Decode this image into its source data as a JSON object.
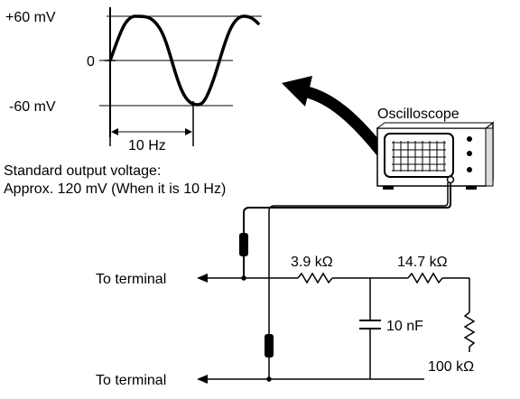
{
  "waveform": {
    "y_top_label": "+60 mV",
    "y_zero_label": "0",
    "y_bottom_label": "-60 mV",
    "period_label": "10 Hz"
  },
  "note": {
    "line1": "Standard output voltage:",
    "line2": "Approx. 120 mV (When it is 10 Hz)"
  },
  "device": {
    "label": "Oscilloscope"
  },
  "circuit": {
    "terminal_top_label": "To terminal",
    "terminal_bottom_label": "To terminal",
    "r1_label": "3.9 kΩ",
    "r2_label": "14.7 kΩ",
    "c1_label": "10 nF",
    "r3_label": "100 kΩ"
  }
}
